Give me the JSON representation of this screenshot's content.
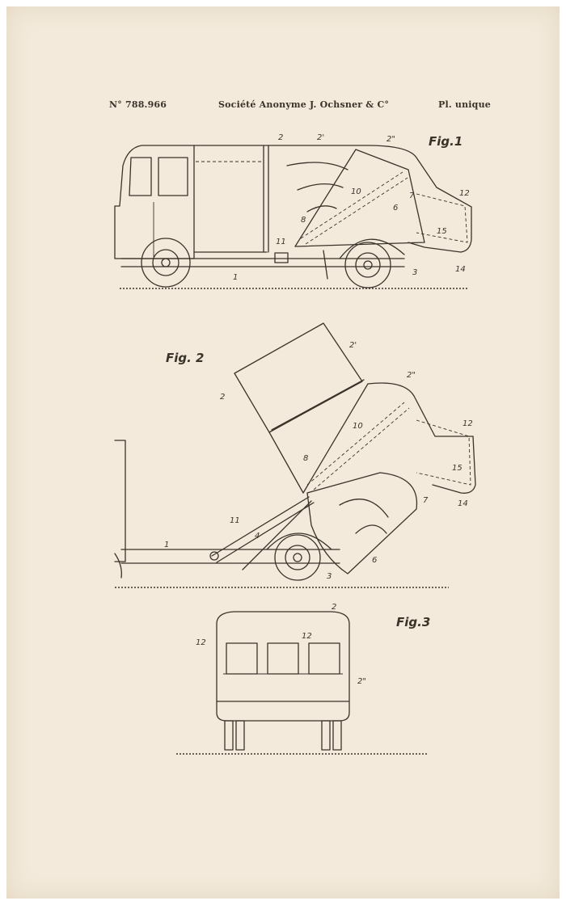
{
  "header": {
    "patent_number": "N° 788.966",
    "applicant": "Société Anonyme J. Ochsner & C°",
    "plate": "Pl. unique"
  },
  "figures": [
    {
      "title": "Fig.1",
      "labels": [
        "2",
        "2'",
        "2\"",
        "12",
        "8",
        "10",
        "7",
        "6",
        "15",
        "14",
        "11",
        "3",
        "1"
      ]
    },
    {
      "title": "Fig. 2",
      "labels": [
        "2'",
        "2",
        "2\"",
        "12",
        "10",
        "8",
        "15",
        "7",
        "14",
        "11",
        "4",
        "1",
        "3",
        "6"
      ]
    },
    {
      "title": "Fig.3",
      "labels": [
        "2",
        "12",
        "12",
        "2\""
      ]
    }
  ]
}
